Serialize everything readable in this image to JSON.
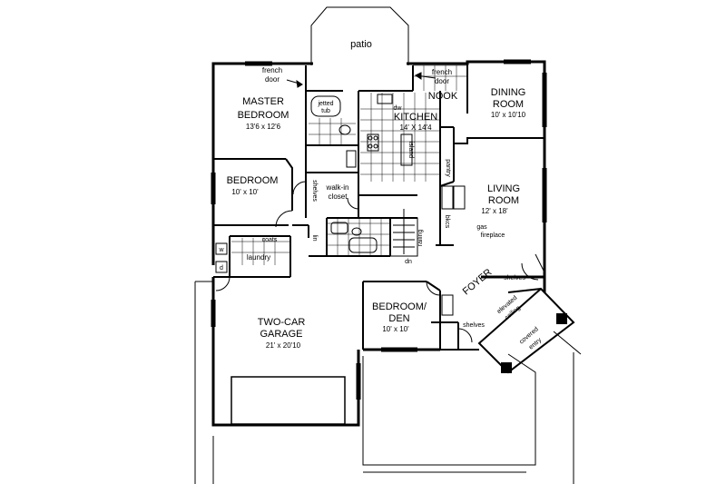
{
  "rooms": {
    "patio": {
      "name": "patio"
    },
    "master": {
      "name1": "MASTER",
      "name2": "BEDROOM",
      "dims": "13'6 x 12'6"
    },
    "bedroom": {
      "name": "BEDROOM",
      "dims": "10' x 10'"
    },
    "kitchen": {
      "name": "KITCHEN",
      "dims": "14' X 14'4"
    },
    "nook": {
      "name": "NOOK"
    },
    "dining": {
      "name1": "DINING",
      "name2": "ROOM",
      "dims": "10' x 10'10"
    },
    "living": {
      "name1": "LIVING",
      "name2": "ROOM",
      "dims": "12' x 18'"
    },
    "garage": {
      "name1": "TWO-CAR",
      "name2": "GARAGE",
      "dims": "21' x 20'10"
    },
    "den": {
      "name1": "BEDROOM/",
      "name2": "DEN",
      "dims": "10' x 10'"
    },
    "foyer": {
      "name": "FOYER"
    }
  },
  "labels": {
    "french_door_left1": "french",
    "french_door_left2": "door",
    "french_door_right1": "french",
    "french_door_right2": "door",
    "jetted_tub1": "jetted",
    "jetted_tub2": "tub",
    "dw": "dw",
    "island": "island",
    "pantry": "pantry",
    "shelves_closet": "shelves",
    "walkin1": "walk-in",
    "walkin2": "closet",
    "coats": "coats",
    "laundry": "laundry",
    "linen": "lin",
    "railing": "railing",
    "dn": "dn",
    "bkcs": "bkcs",
    "gas1": "gas",
    "gas2": "fireplace",
    "shelves_living": "shelves",
    "shelves_den": "shelves",
    "vaulted1": "elevated",
    "vaulted2": "ceiling",
    "covered1": "covered",
    "covered2": "entry",
    "wash": "w",
    "dryer": "d"
  }
}
